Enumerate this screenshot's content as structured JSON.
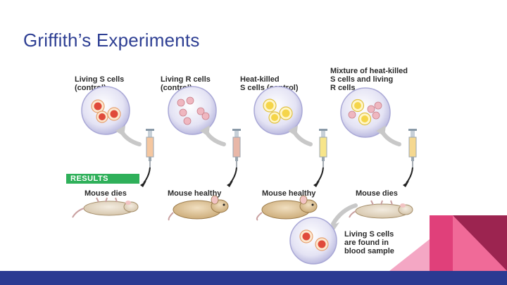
{
  "slide": {
    "title": "Griffith’s Experiments"
  },
  "experiment": {
    "labels": [
      "Living S cells\n(control)",
      "Living R cells\n(control)",
      "Heat-killed\nS cells (control)",
      "Mixture of heat-killed\nS cells and living\nR cells"
    ],
    "results_label": "RESULTS",
    "outcomes": [
      "Mouse dies",
      "Mouse healthy",
      "Mouse healthy",
      "Mouse dies"
    ],
    "finding": "Living S cells\nare found in\nblood sample"
  },
  "colors": {
    "title": "#2e3f93",
    "results_badge": "#2fb05a",
    "bottom_bar": "#2b3a92",
    "accent_pink": "#e0407a",
    "accent_rose": "#f06a98",
    "accent_wine": "#9c2450"
  }
}
